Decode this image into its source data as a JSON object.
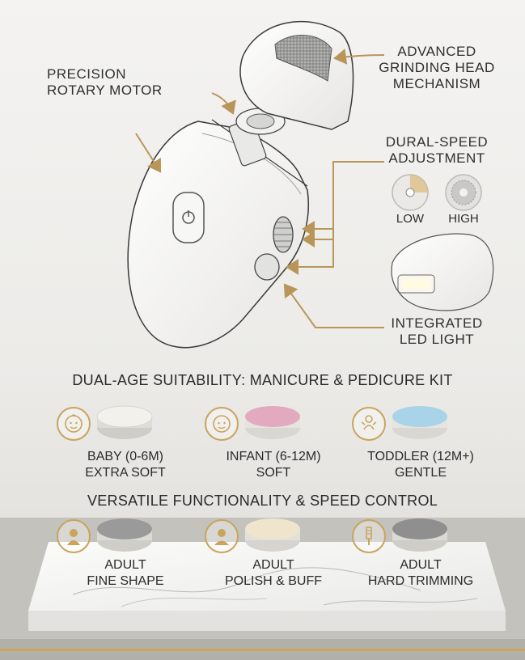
{
  "callouts": {
    "motor": [
      "PRECISION",
      "ROTARY MOTOR"
    ],
    "head": [
      "ADVANCED",
      "GRINDING HEAD",
      "MECHANISM"
    ],
    "speed": [
      "DURAL-SPEED",
      "ADJUSTMENT"
    ],
    "led": [
      "INTEGRATED",
      "LED LIGHT"
    ]
  },
  "speed_modes": {
    "low": "LOW",
    "high": "HIGH"
  },
  "section1": {
    "title": "DUAL-AGE SUITABILITY: MANICURE & PEDICURE KIT",
    "items": [
      {
        "line1": "BABY (0-6M)",
        "line2": "EXTRA SOFT",
        "icon": "baby-face-icon",
        "pad_color": "#f3f1ec"
      },
      {
        "line1": "INFANT (6-12M)",
        "line2": "SOFT",
        "icon": "infant-face-icon",
        "pad_color": "#e3a9bf"
      },
      {
        "line1": "TODDLER (12M+)",
        "line2": "GENTLE",
        "icon": "toddler-icon",
        "pad_color": "#a9d3e8"
      }
    ]
  },
  "section2": {
    "title": "VERSATILE FUNCTIONALITY & SPEED CONTROL",
    "items": [
      {
        "line1": "ADULT",
        "line2": "FINE SHAPE",
        "icon": "woman-silhouette-icon",
        "pad_color": "#9a9a9a"
      },
      {
        "line1": "ADULT",
        "line2": "POLISH & BUFF",
        "icon": "man-silhouette-icon",
        "pad_color": "#efe5cc"
      },
      {
        "line1": "ADULT",
        "line2": "HARD TRIMMING",
        "icon": "nail-file-icon",
        "pad_color": "#8f8f8f"
      }
    ]
  },
  "colors": {
    "accent_gold": "#c9a45b",
    "arrow_gold": "#b9955a"
  }
}
